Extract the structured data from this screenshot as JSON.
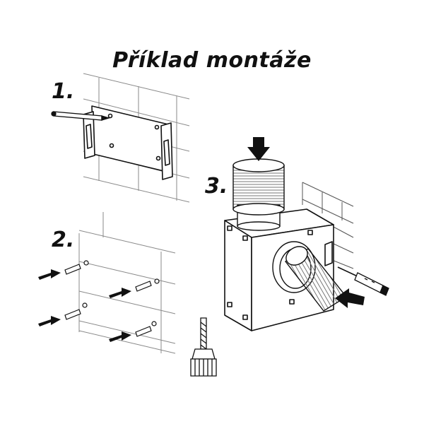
{
  "title": "Příklad montáže",
  "steps": [
    {
      "label": "1."
    },
    {
      "label": "2."
    },
    {
      "label": "3."
    }
  ],
  "colors": {
    "ink": "#111111",
    "gray": "#8a8a8a",
    "light": "#d8d8d8"
  }
}
